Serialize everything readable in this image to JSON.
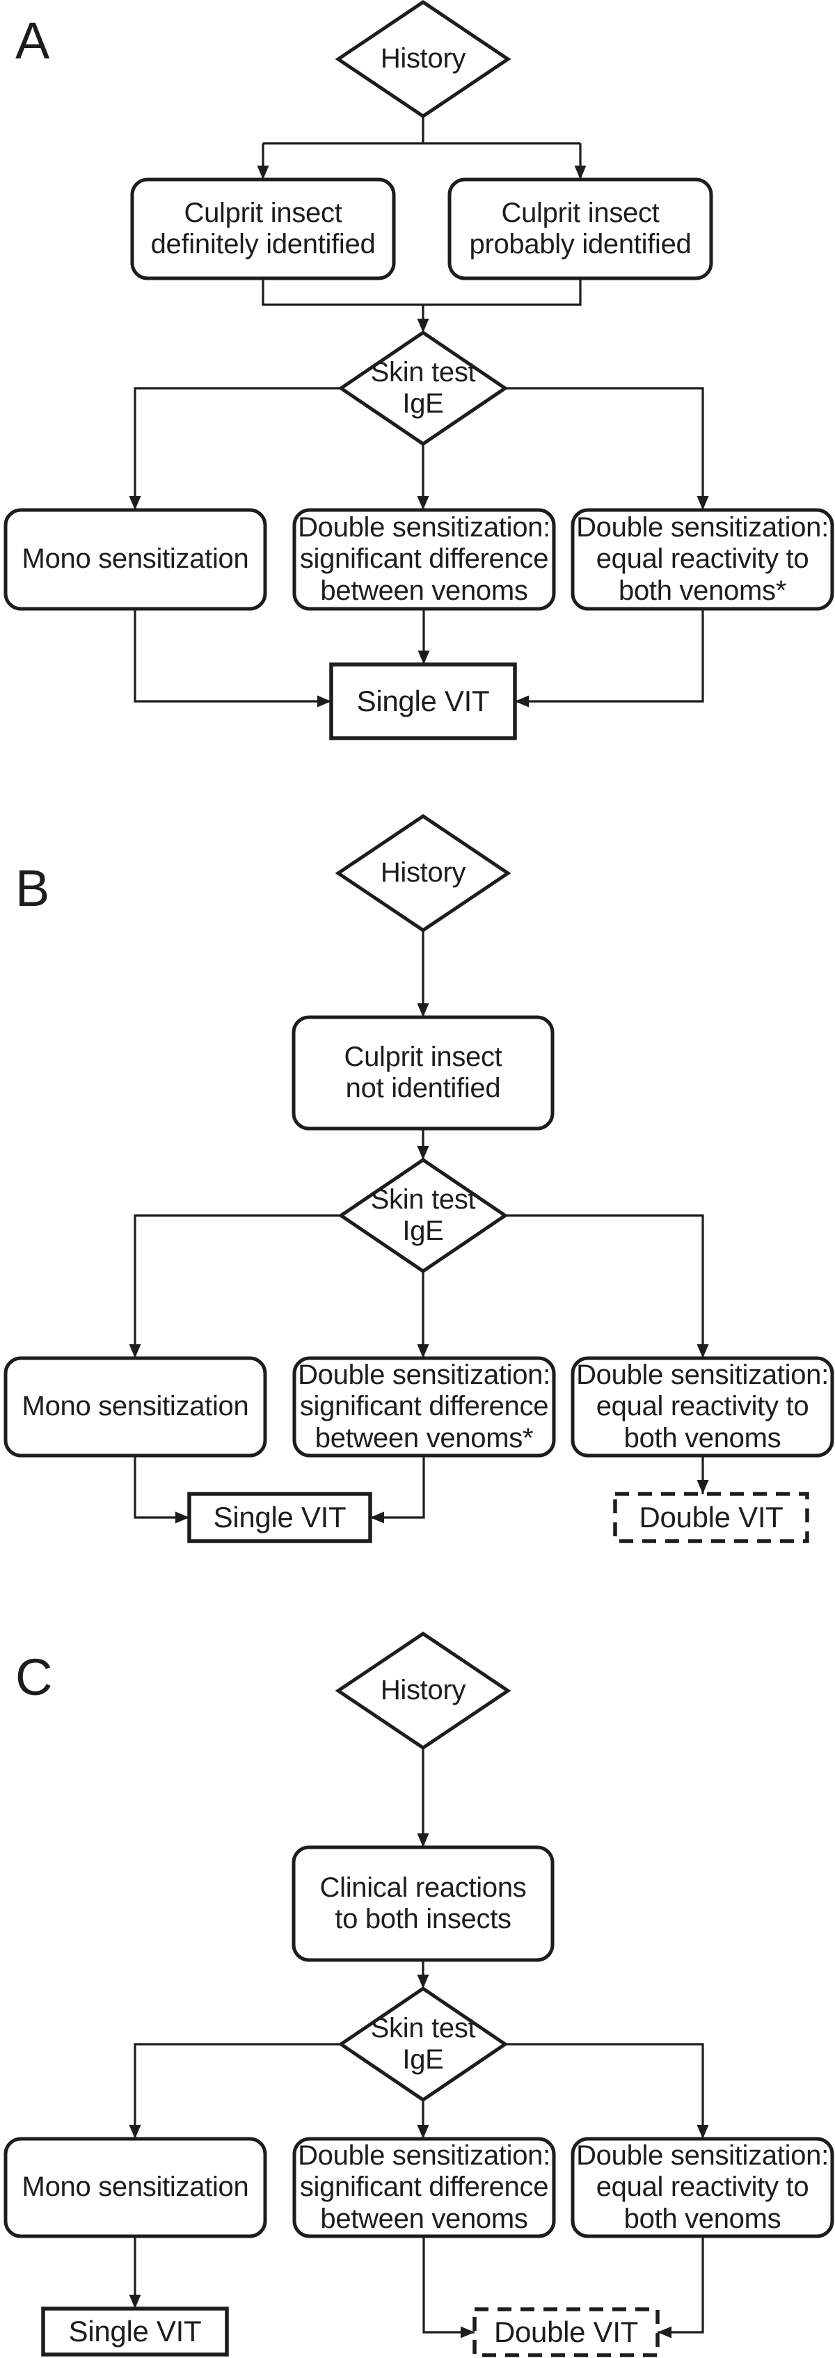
{
  "figure": {
    "colors": {
      "ink": "#1d1d1d",
      "background": "#ffffff"
    },
    "panels": [
      {
        "label": "A",
        "history": "History",
        "skin_test": "Skin test\nIgE",
        "top_boxes": [
          "Culprit insect\ndefinitely identified",
          "Culprit insect\nprobably identified"
        ],
        "result_boxes": [
          "Mono sensitization",
          "Double sensitization:\nsignificant difference\nbetween venoms",
          "Double sensitization:\nequal reactivity to\nboth venoms*"
        ],
        "single_vit": "Single VIT"
      },
      {
        "label": "B",
        "history": "History",
        "skin_test": "Skin test\nIgE",
        "top_boxes": [
          "Culprit insect\nnot identified"
        ],
        "result_boxes": [
          "Mono sensitization",
          "Double sensitization:\nsignificant difference\nbetween venoms*",
          "Double sensitization:\nequal reactivity to\nboth venoms"
        ],
        "single_vit": "Single VIT",
        "double_vit": "Double VIT"
      },
      {
        "label": "C",
        "history": "History",
        "skin_test": "Skin test\nIgE",
        "top_boxes": [
          "Clinical reactions\nto both insects"
        ],
        "result_boxes": [
          "Mono sensitization",
          "Double sensitization:\nsignificant difference\nbetween venoms",
          "Double sensitization:\nequal reactivity to\nboth venoms"
        ],
        "single_vit": "Single VIT",
        "double_vit": "Double VIT"
      }
    ]
  }
}
